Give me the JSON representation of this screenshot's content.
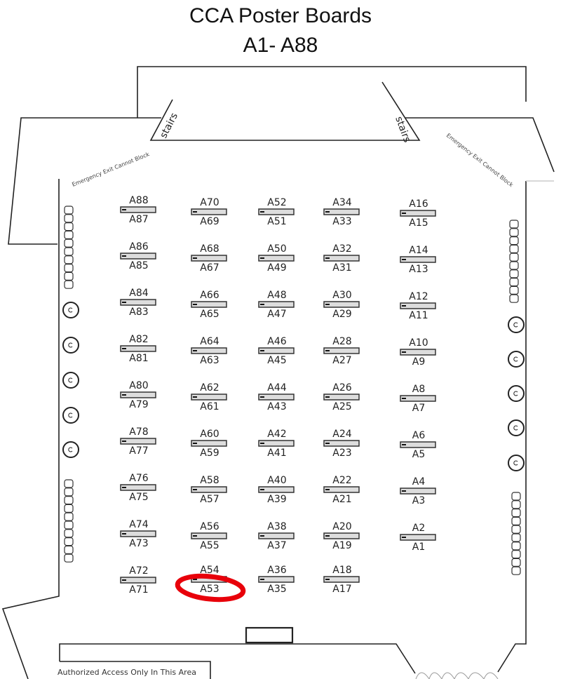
{
  "title": {
    "line1": "CCA Poster Boards",
    "line2": "A1- A88"
  },
  "labels": {
    "stairs_left": "stairs",
    "stairs_right": "stairs",
    "exit_left": "Emergency Exit Cannot Block",
    "exit_right": "Emergency Exit Cannot Block",
    "authorized": "Authorized Access Only In This Area"
  },
  "highlight": {
    "board": "A53",
    "color": "#e8000a"
  },
  "columns": [
    {
      "boards": [
        [
          "A88",
          "A87"
        ],
        [
          "A86",
          "A85"
        ],
        [
          "A84",
          "A83"
        ],
        [
          "A82",
          "A81"
        ],
        [
          "A80",
          "A79"
        ],
        [
          "A78",
          "A77"
        ],
        [
          "A76",
          "A75"
        ],
        [
          "A74",
          "A73"
        ],
        [
          "A72",
          "A71"
        ]
      ]
    },
    {
      "boards": [
        [
          "A70",
          "A69"
        ],
        [
          "A68",
          "A67"
        ],
        [
          "A66",
          "A65"
        ],
        [
          "A64",
          "A63"
        ],
        [
          "A62",
          "A61"
        ],
        [
          "A60",
          "A59"
        ],
        [
          "A58",
          "A57"
        ],
        [
          "A56",
          "A55"
        ],
        [
          "A54",
          "A53"
        ]
      ]
    },
    {
      "boards": [
        [
          "A52",
          "A51"
        ],
        [
          "A50",
          "A49"
        ],
        [
          "A48",
          "A47"
        ],
        [
          "A46",
          "A45"
        ],
        [
          "A44",
          "A43"
        ],
        [
          "A42",
          "A41"
        ],
        [
          "A40",
          "A39"
        ],
        [
          "A38",
          "A37"
        ],
        [
          "A36",
          "A35"
        ]
      ]
    },
    {
      "boards": [
        [
          "A34",
          "A33"
        ],
        [
          "A32",
          "A31"
        ],
        [
          "A30",
          "A29"
        ],
        [
          "A28",
          "A27"
        ],
        [
          "A26",
          "A25"
        ],
        [
          "A24",
          "A23"
        ],
        [
          "A22",
          "A21"
        ],
        [
          "A20",
          "A19"
        ],
        [
          "A18",
          "A17"
        ]
      ]
    },
    {
      "boards": [
        [
          "A16",
          "A15"
        ],
        [
          "A14",
          "A13"
        ],
        [
          "A12",
          "A11"
        ],
        [
          "A10",
          "A9"
        ],
        [
          "A8",
          "A7"
        ],
        [
          "A6",
          "A5"
        ],
        [
          "A4",
          "A3"
        ],
        [
          "A2",
          "A1"
        ]
      ]
    }
  ]
}
